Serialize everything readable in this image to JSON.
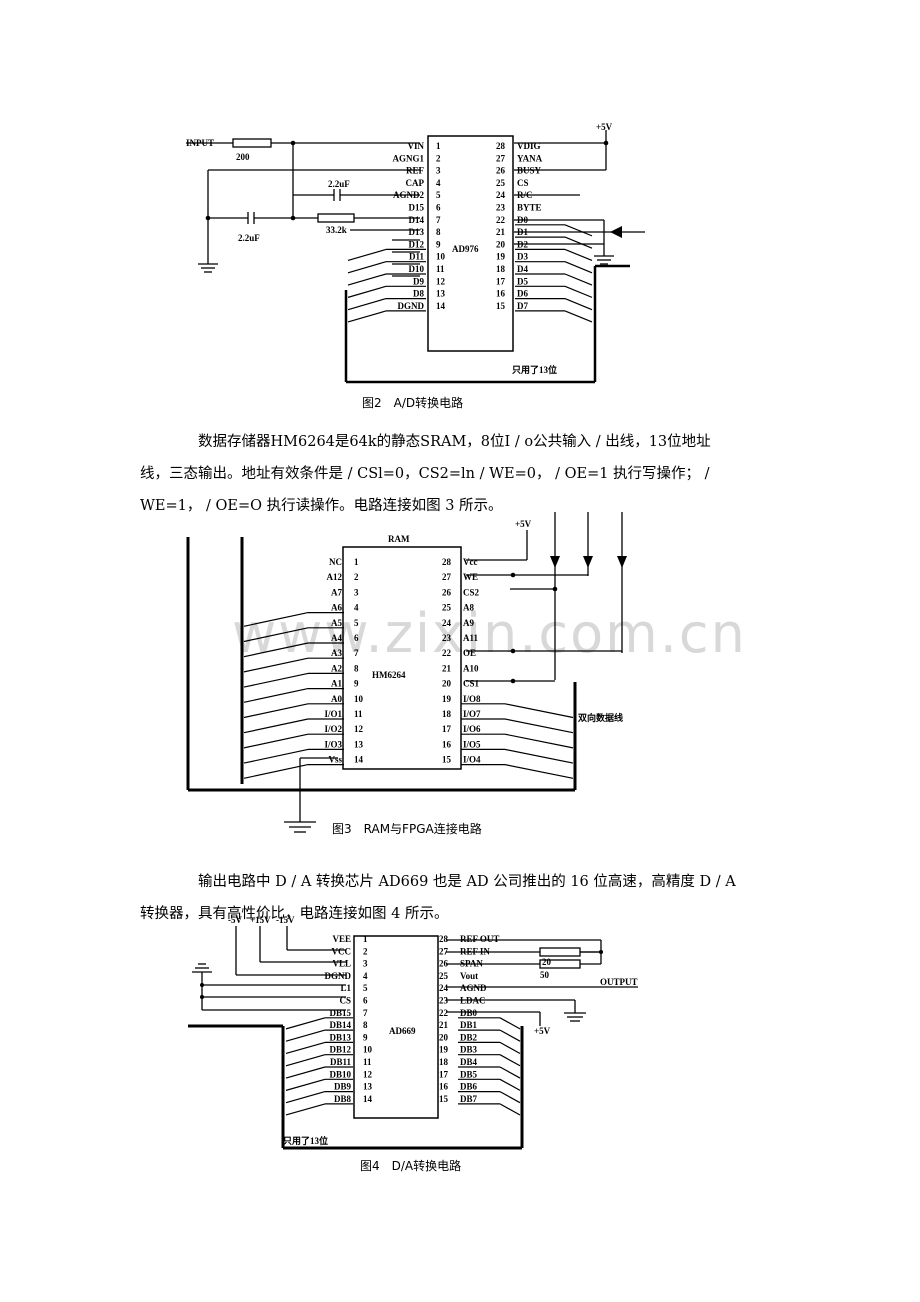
{
  "fig2": {
    "caption": "图2　A/D转换电路",
    "chip": "AD976",
    "left_pins": [
      {
        "n": "1",
        "s": "VIN"
      },
      {
        "n": "2",
        "s": "AGNG1"
      },
      {
        "n": "3",
        "s": "REF"
      },
      {
        "n": "4",
        "s": "CAP"
      },
      {
        "n": "5",
        "s": "AGND2"
      },
      {
        "n": "6",
        "s": "D15"
      },
      {
        "n": "7",
        "s": "D14"
      },
      {
        "n": "8",
        "s": "D13"
      },
      {
        "n": "9",
        "s": "D12"
      },
      {
        "n": "10",
        "s": "D11"
      },
      {
        "n": "11",
        "s": "D10"
      },
      {
        "n": "12",
        "s": "D9"
      },
      {
        "n": "13",
        "s": "D8"
      },
      {
        "n": "14",
        "s": "DGND"
      }
    ],
    "right_pins": [
      {
        "n": "28",
        "s": "VDIG"
      },
      {
        "n": "27",
        "s": "YANA"
      },
      {
        "n": "26",
        "s": "BUSY"
      },
      {
        "n": "25",
        "s": "CS"
      },
      {
        "n": "24",
        "s": "R/C"
      },
      {
        "n": "23",
        "s": "BYTE"
      },
      {
        "n": "22",
        "s": "D0"
      },
      {
        "n": "21",
        "s": "D1"
      },
      {
        "n": "20",
        "s": "D2"
      },
      {
        "n": "19",
        "s": "D3"
      },
      {
        "n": "18",
        "s": "D4"
      },
      {
        "n": "17",
        "s": "D5"
      },
      {
        "n": "16",
        "s": "D6"
      },
      {
        "n": "15",
        "s": "D7"
      }
    ],
    "input_label": "INPUT",
    "r1": "200",
    "c1": "2.2uF",
    "c2": "2.2uF",
    "r2": "33.2k",
    "vplus": "+5V",
    "bus_note": "只用了13位"
  },
  "para1": {
    "line1": "数据存储器HM6264是64k的静态SRAM，8位I / o公共输入 / 出线，13位地址",
    "line2": "线，三态输出。地址有效条件是 / CSl=0，CS2=ln / WE=0，  / OE=1 执行写操作；  /",
    "line3": "WE=1，  / OE=O 执行读操作。电路连接如图 3 所示。"
  },
  "fig3": {
    "caption": "图3　RAM与FPGA连接电路",
    "chip_title": "RAM",
    "chip": "HM6264",
    "vplus": "+5V",
    "left_pins": [
      {
        "n": "1",
        "s": "NC"
      },
      {
        "n": "2",
        "s": "A12"
      },
      {
        "n": "3",
        "s": "A7"
      },
      {
        "n": "4",
        "s": "A6"
      },
      {
        "n": "5",
        "s": "A5"
      },
      {
        "n": "6",
        "s": "A4"
      },
      {
        "n": "7",
        "s": "A3"
      },
      {
        "n": "8",
        "s": "A2"
      },
      {
        "n": "9",
        "s": "A1"
      },
      {
        "n": "10",
        "s": "A0"
      },
      {
        "n": "11",
        "s": "I/O1"
      },
      {
        "n": "12",
        "s": "I/O2"
      },
      {
        "n": "13",
        "s": "I/O3"
      },
      {
        "n": "14",
        "s": "Vss"
      }
    ],
    "right_pins": [
      {
        "n": "28",
        "s": "Vcc"
      },
      {
        "n": "27",
        "s": "WE"
      },
      {
        "n": "26",
        "s": "CS2"
      },
      {
        "n": "25",
        "s": "A8"
      },
      {
        "n": "24",
        "s": "A9"
      },
      {
        "n": "23",
        "s": "A11"
      },
      {
        "n": "22",
        "s": "OE"
      },
      {
        "n": "21",
        "s": "A10"
      },
      {
        "n": "20",
        "s": "CS1"
      },
      {
        "n": "19",
        "s": "I/O8"
      },
      {
        "n": "18",
        "s": "I/O7"
      },
      {
        "n": "17",
        "s": "I/O6"
      },
      {
        "n": "16",
        "s": "I/O5"
      },
      {
        "n": "15",
        "s": "I/O4"
      }
    ],
    "bus_note": "双向数据线",
    "watermark": "www.zixin.com.cn"
  },
  "para2": {
    "line1": "输出电路中 D / A 转换芯片 AD669 也是 AD 公司推出的 16 位高速，高精度 D / A",
    "line2": "转换器，具有高性价比，电路连接如图 4 所示。"
  },
  "fig4": {
    "caption": "图4　D/A转换电路",
    "chip": "AD669",
    "supplies": [
      "-5V",
      "+15V",
      "-15V"
    ],
    "left_pins": [
      {
        "n": "1",
        "s": "VEE"
      },
      {
        "n": "2",
        "s": "VCC"
      },
      {
        "n": "3",
        "s": "VLL"
      },
      {
        "n": "4",
        "s": "DGND"
      },
      {
        "n": "5",
        "s": "L1"
      },
      {
        "n": "6",
        "s": "CS"
      },
      {
        "n": "7",
        "s": "DB15"
      },
      {
        "n": "8",
        "s": "DB14"
      },
      {
        "n": "9",
        "s": "DB13"
      },
      {
        "n": "10",
        "s": "DB12"
      },
      {
        "n": "11",
        "s": "DB11"
      },
      {
        "n": "12",
        "s": "DB10"
      },
      {
        "n": "13",
        "s": "DB9"
      },
      {
        "n": "14",
        "s": "DB8"
      }
    ],
    "right_pins": [
      {
        "n": "28",
        "s": "REF OUT"
      },
      {
        "n": "27",
        "s": "REF IN"
      },
      {
        "n": "26",
        "s": "SPAN"
      },
      {
        "n": "25",
        "s": "Vout"
      },
      {
        "n": "24",
        "s": "AGND"
      },
      {
        "n": "23",
        "s": "LDAC"
      },
      {
        "n": "22",
        "s": "DB0"
      },
      {
        "n": "21",
        "s": "DB1"
      },
      {
        "n": "20",
        "s": "DB2"
      },
      {
        "n": "19",
        "s": "DB3"
      },
      {
        "n": "18",
        "s": "DB4"
      },
      {
        "n": "17",
        "s": "DB5"
      },
      {
        "n": "16",
        "s": "DB6"
      },
      {
        "n": "15",
        "s": "DB7"
      }
    ],
    "r1": "20",
    "r2": "50",
    "output": "OUTPUT",
    "vplus": "+5V",
    "bus_note": "只用了13位"
  }
}
